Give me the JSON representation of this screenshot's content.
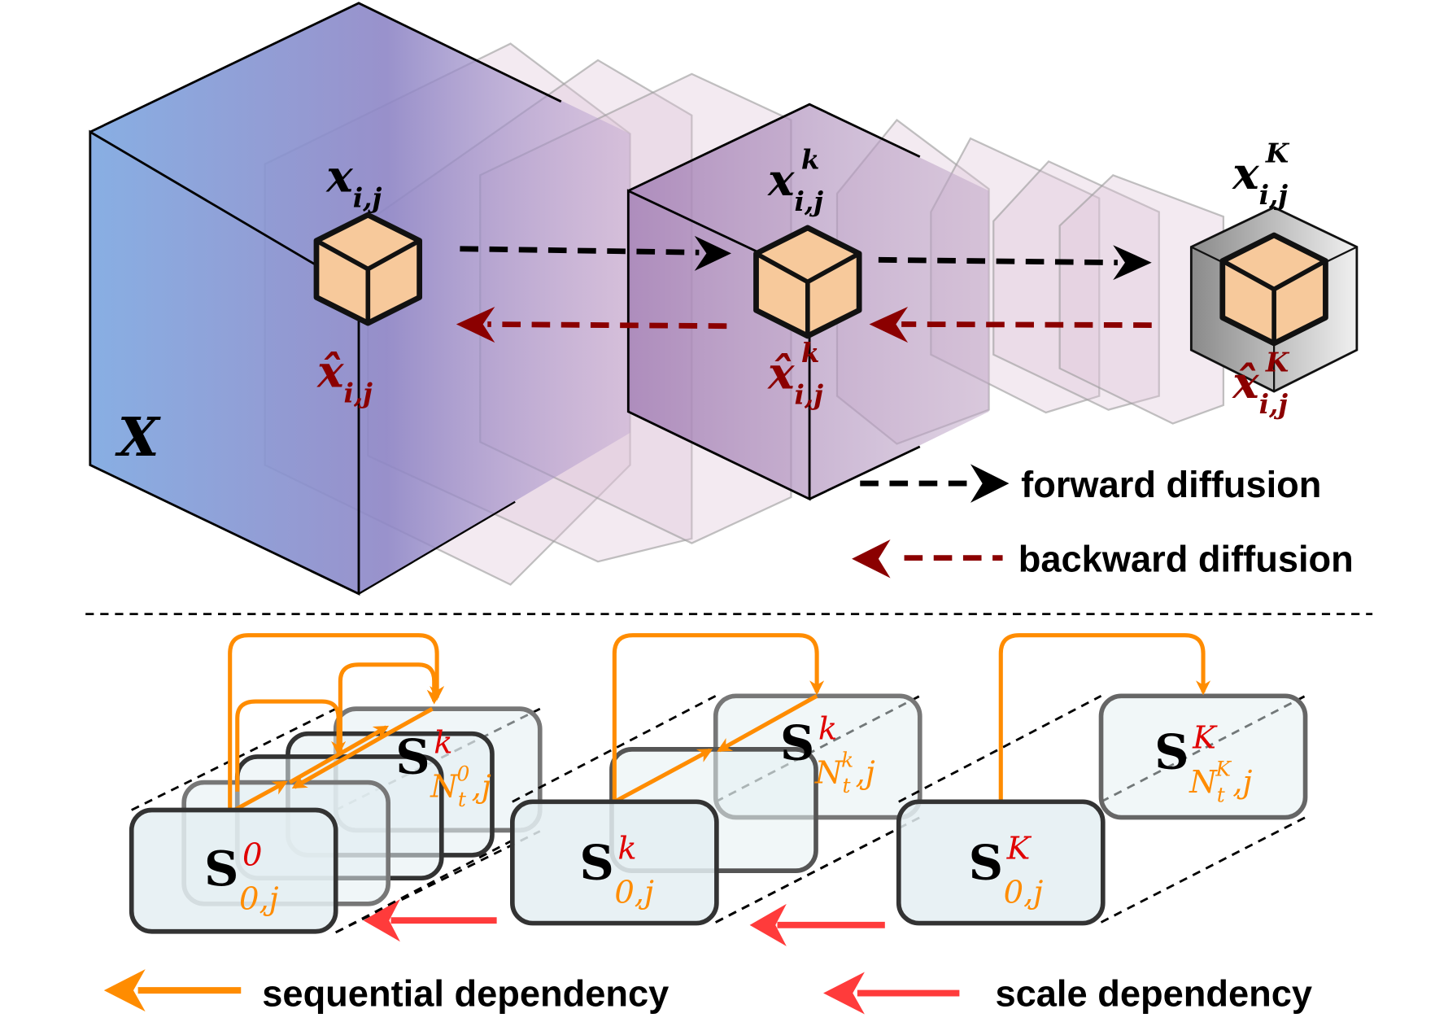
{
  "colors": {
    "cube_blue": "#7ba6e0",
    "cube_purple": "#8e86c6",
    "mid_cube": "#a37fb5",
    "patch": "#f7c99b",
    "forward": "#000000",
    "backward": "#8b0000",
    "sequential": "#ff8c00",
    "scale": "#ff3b3b",
    "state_fill": "#e4eff2",
    "scale_index": "#e00000",
    "seq_index": "#ff8c00"
  },
  "top": {
    "volume_label": "X",
    "x_labels": [
      {
        "base": "x",
        "sub": "i,j",
        "sup": ""
      },
      {
        "base": "x",
        "sub": "i,j",
        "sup": "k"
      },
      {
        "base": "x",
        "sub": "i,j",
        "sup": "K"
      }
    ],
    "xhat_labels": [
      {
        "base": "x̂",
        "sub": "i,j",
        "sup": ""
      },
      {
        "base": "x̂",
        "sub": "i,j",
        "sup": "k"
      },
      {
        "base": "x̂",
        "sub": "i,j",
        "sup": "K"
      }
    ],
    "legend": {
      "forward": "forward diffusion",
      "backward": "backward diffusion"
    }
  },
  "bottom": {
    "states": [
      {
        "base": "S",
        "sup": "0",
        "sub": "0,j"
      },
      {
        "base": "S",
        "sup": "k",
        "sub": "0,j"
      },
      {
        "base": "S",
        "sup": "K",
        "sub": "0,j"
      }
    ],
    "last_states": [
      {
        "base": "S",
        "sup": "k",
        "n": "N",
        "nsub": "t",
        "nsup": "0",
        "tail": ",j"
      },
      {
        "base": "S",
        "sup": "k",
        "n": "N",
        "nsub": "t",
        "nsup": "k",
        "tail": ",j"
      },
      {
        "base": "S",
        "sup": "K",
        "n": "N",
        "nsub": "t",
        "nsup": "K",
        "tail": ",j"
      }
    ],
    "legend": {
      "sequential": "sequential dependency",
      "scale": "scale dependency"
    }
  }
}
